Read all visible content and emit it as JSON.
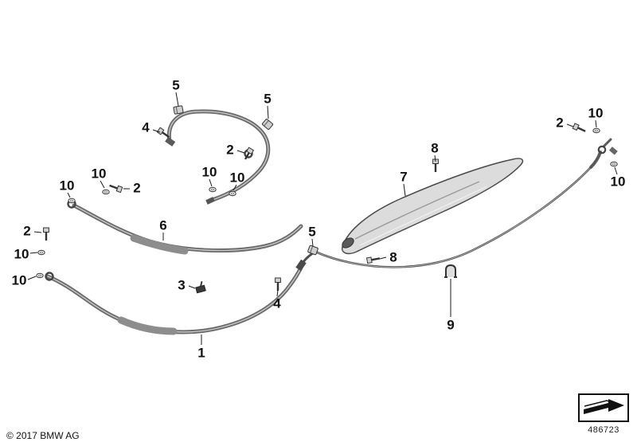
{
  "footer": {
    "copyright": "© 2017 BMW AG",
    "diagram_number": "486723"
  },
  "callouts": [
    {
      "label": "5"
    },
    {
      "label": "5"
    },
    {
      "label": "4"
    },
    {
      "label": "2"
    },
    {
      "label": "10"
    },
    {
      "label": "10"
    },
    {
      "label": "10"
    },
    {
      "label": "10"
    },
    {
      "label": "2"
    },
    {
      "label": "2"
    },
    {
      "label": "10"
    },
    {
      "label": "10"
    },
    {
      "label": "6"
    },
    {
      "label": "3"
    },
    {
      "label": "4"
    },
    {
      "label": "5"
    },
    {
      "label": "7"
    },
    {
      "label": "8"
    },
    {
      "label": "8"
    },
    {
      "label": "9"
    },
    {
      "label": "2"
    },
    {
      "label": "10"
    },
    {
      "label": "10"
    },
    {
      "label": "1"
    }
  ],
  "icons": {
    "catalog_arrow": "catalog-arrow-icon"
  }
}
